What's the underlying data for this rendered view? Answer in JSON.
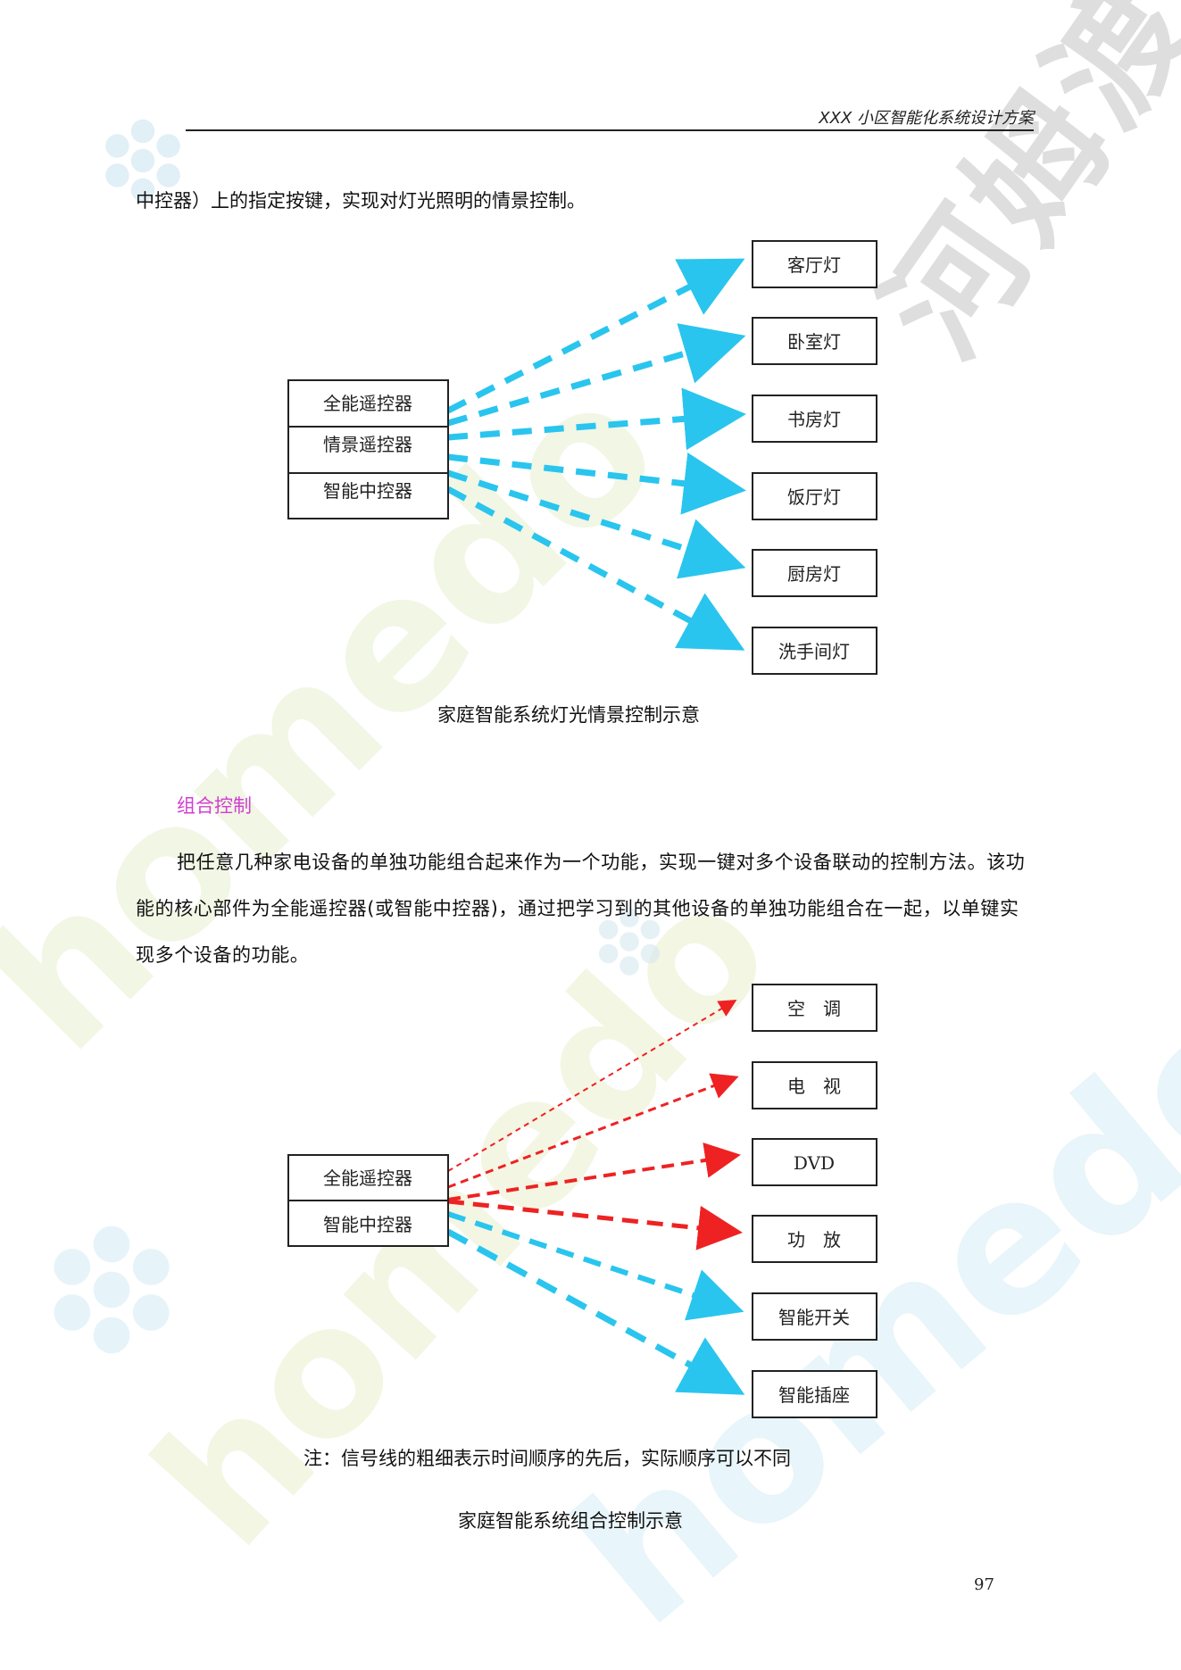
{
  "header": {
    "title": "XXX 小区智能化系统设计方案"
  },
  "intro_text": "中控器）上的指定按键，实现对灯光照明的情景控制。",
  "diagram1": {
    "sources": [
      "全能遥控器",
      "情景遥控器",
      "智能中控器"
    ],
    "targets": [
      "客厅灯",
      "卧室灯",
      "书房灯",
      "饭厅灯",
      "厨房灯",
      "洗手间灯"
    ],
    "caption": "家庭智能系统灯光情景控制示意",
    "line_color": "#29c5ee"
  },
  "section": {
    "title": "组合控制",
    "title_color": "#d13fd1",
    "body": "把任意几种家电设备的单独功能组合起来作为一个功能，实现一键对多个设备联动的控制方法。该功能的核心部件为全能遥控器(或智能中控器)，通过把学习到的其他设备的单独功能组合在一起，以单键实现多个设备的功能。"
  },
  "diagram2": {
    "sources": [
      "全能遥控器",
      "智能中控器"
    ],
    "targets": [
      "空　调",
      "电　视",
      "DVD",
      "功　放",
      "智能开关",
      "智能插座"
    ],
    "note": "注：信号线的粗细表示时间顺序的先后，实际顺序可以不同",
    "caption": "家庭智能系统组合控制示意",
    "red_color": "#ee2222",
    "blue_color": "#29c5ee"
  },
  "watermarks": {
    "latin_1": "homedo",
    "latin_2": "homedo",
    "latin_3": "homedo.com",
    "chinese": "河姆渡"
  },
  "page_number": "97"
}
